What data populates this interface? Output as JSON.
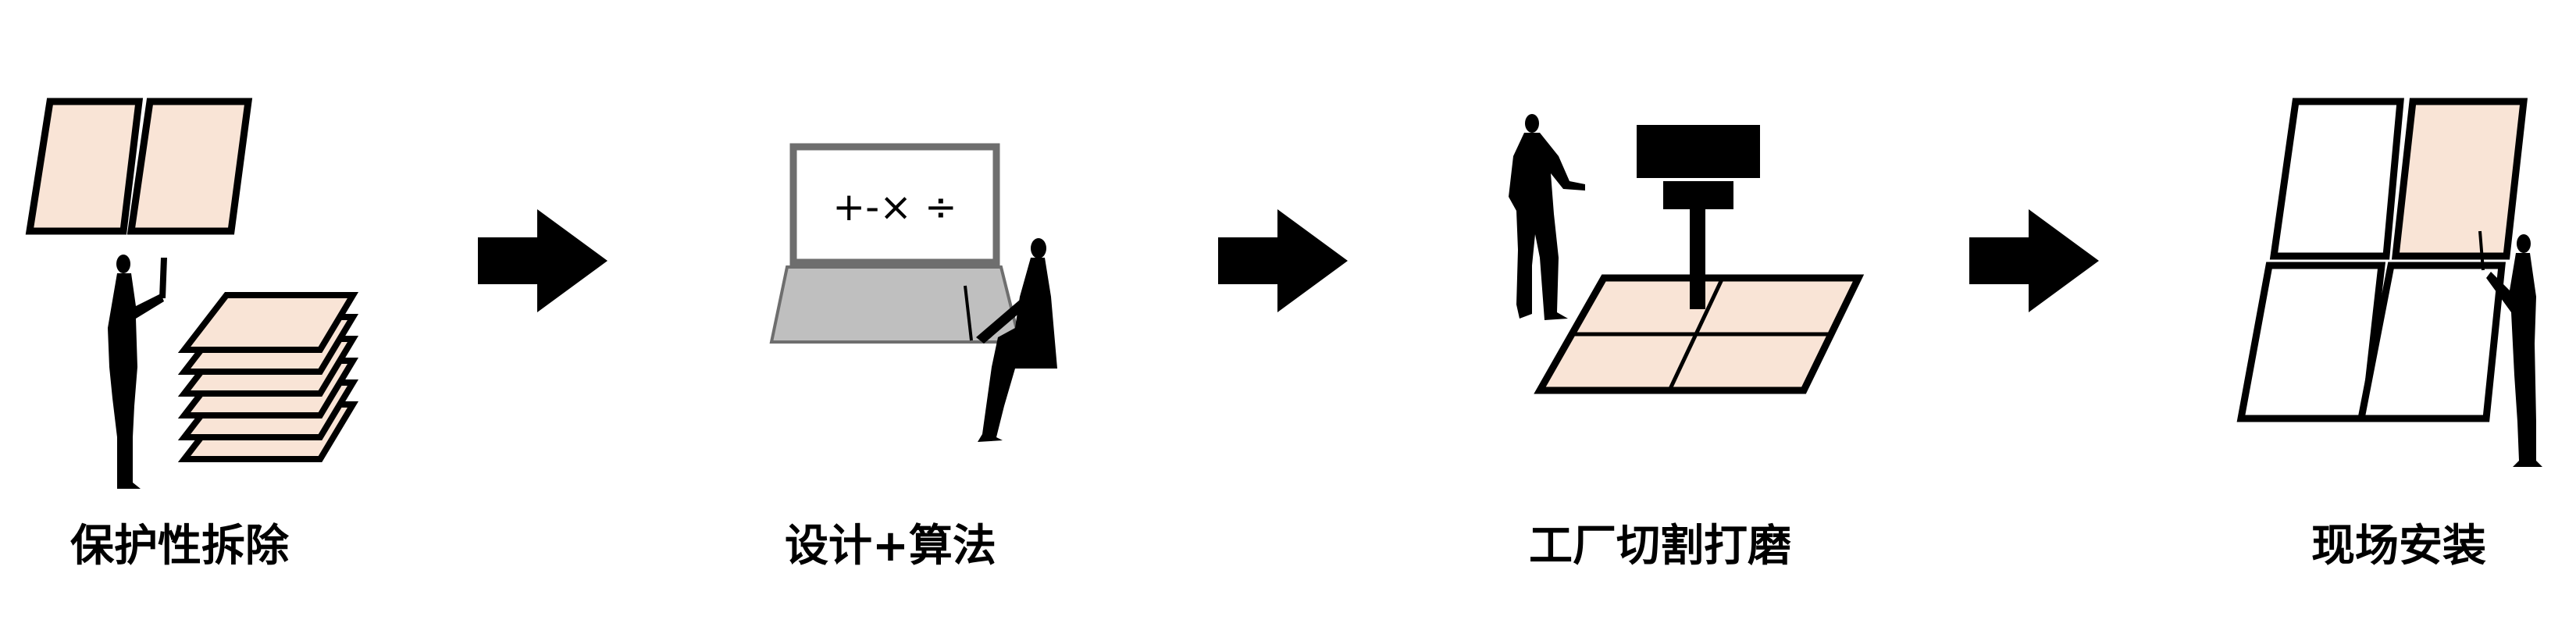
{
  "steps": [
    {
      "label": "保护性拆除"
    },
    {
      "label": "设计+算法"
    },
    {
      "label": "工厂切割打磨"
    },
    {
      "label": "现场安装"
    }
  ],
  "screen_text": "+-× ÷",
  "icons": [
    "window-panel-icon",
    "stacked-panels-icon",
    "person-icon",
    "laptop-icon",
    "cutting-machine-icon",
    "arrow-right-icon",
    "window-grid-icon"
  ],
  "colors": {
    "panel_fill": "#F9E4D6",
    "stroke": "#000000",
    "laptop_frame": "#6E6E6E",
    "laptop_base": "#BFBFBF",
    "background": "#FFFFFF"
  }
}
